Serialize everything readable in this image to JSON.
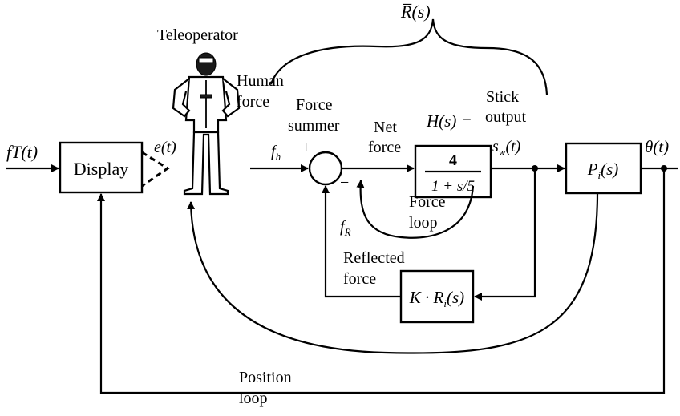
{
  "diagram": {
    "input_label": "fT(t)",
    "display_label": "Display",
    "error_label": "e(t)",
    "teleoperator_label": "Teleoperator",
    "human_force_label_1": "Human",
    "human_force_label_2": "force",
    "fh_label": "f",
    "fh_sub": "h",
    "force_summer_1": "Force",
    "force_summer_2": "summer",
    "plus_sign": "+",
    "minus_sign": "−",
    "net_force_1": "Net",
    "net_force_2": "force",
    "H_eq_label": "H(s) =",
    "H_num": "4",
    "H_den": "1 + s/5",
    "stick_output_1": "Stick",
    "stick_output_2": "output",
    "stick_signal": "s",
    "stick_signal_sub": "w",
    "stick_signal_arg": "(t)",
    "Rbar_label": "R̅(s)",
    "force_loop_1": "Force",
    "force_loop_2": "loop",
    "fR_label": "f",
    "fR_sub": "R",
    "reflected_force_1": "Reflected",
    "reflected_force_2": "force",
    "K_box": "K · R",
    "K_box_sub": "i",
    "K_box_arg": "(s)",
    "P_box": "P",
    "P_box_sub": "i",
    "P_box_arg": "(s)",
    "output_label": "θ(t)",
    "position_loop_1": "Position",
    "position_loop_2": "loop"
  }
}
